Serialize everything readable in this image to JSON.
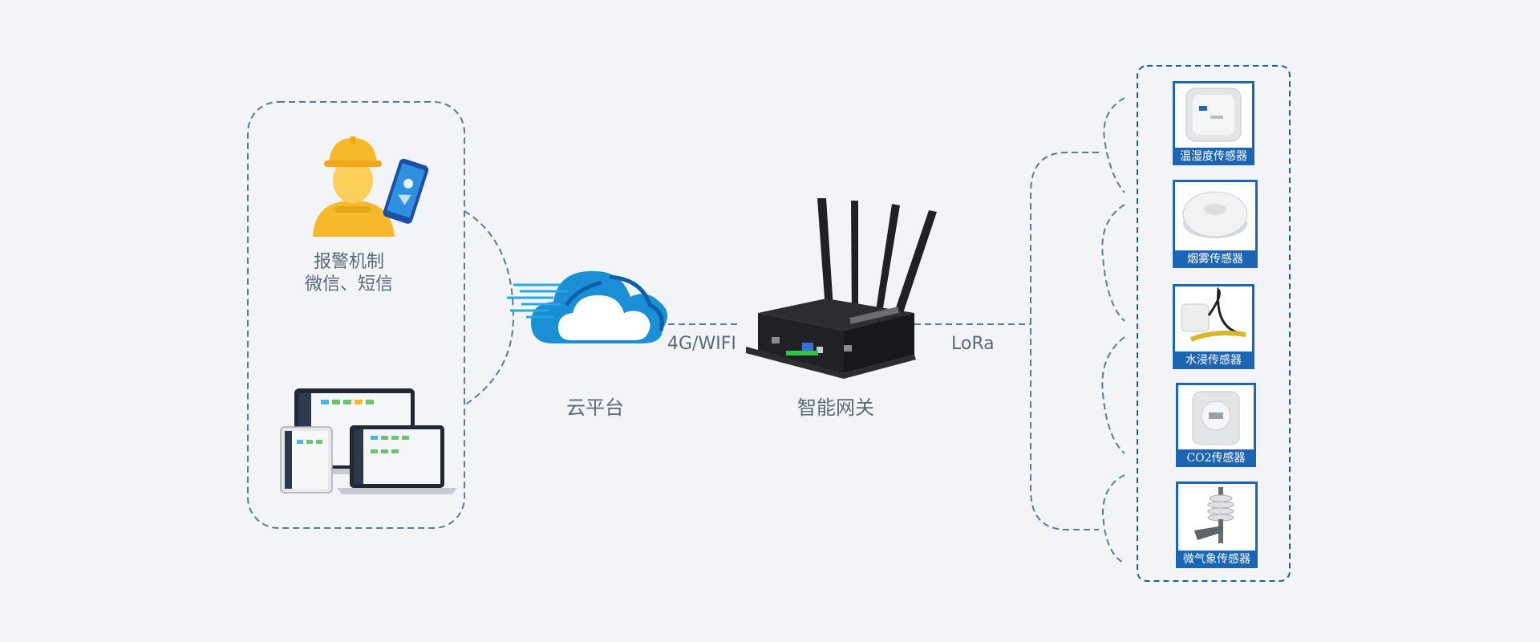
{
  "alarm": {
    "line1": "报警机制",
    "line2": "微信、短信"
  },
  "cloud": {
    "label": "云平台",
    "link_label": "4G/WIFI"
  },
  "gateway": {
    "label": "智能网关",
    "link_label": "LoRa"
  },
  "sensors": [
    {
      "label": "温湿度传感器",
      "icon": "temperature-humidity-sensor"
    },
    {
      "label": "烟雾传感器",
      "icon": "smoke-sensor"
    },
    {
      "label": "水浸传感器",
      "icon": "water-leak-sensor"
    },
    {
      "label": "CO2传感器",
      "icon": "co2-sensor"
    },
    {
      "label": "微气象传感器",
      "icon": "micro-weather-sensor"
    }
  ],
  "colors": {
    "dash": "#5a7a9a",
    "brand_blue": "#1c64b4",
    "worker_yellow": "#f6b92b",
    "cloud_blue": "#1b8fd6"
  }
}
